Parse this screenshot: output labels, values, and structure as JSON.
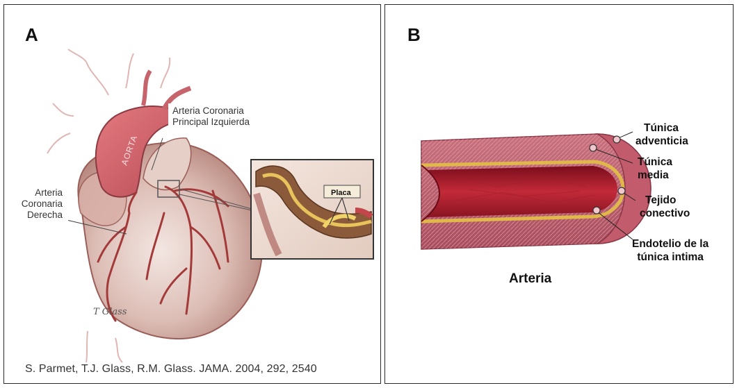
{
  "panel_a": {
    "letter": "A",
    "labels": {
      "aorta": "AORTA",
      "left_main_line1": "Arteria Coronaria",
      "left_main_line2": "Principal Izquierda",
      "right_line1": "Arteria",
      "right_line2": "Coronaria",
      "right_line3": "Derecha",
      "plaque": "Placa",
      "signature": "T Glass"
    },
    "citation": "S. Parmet, T.J. Glass, R.M. Glass. JAMA. 2004, 292, 2540"
  },
  "panel_b": {
    "letter": "B",
    "labels": {
      "adventicia_line1": "Túnica",
      "adventicia_line2": "adventicia",
      "media_line1": "Túnica",
      "media_line2": "media",
      "conectivo_line1": "Tejido",
      "conectivo_line2": "conectivo",
      "endotelio_line1": "Endotelio de la",
      "endotelio_line2": "túnica intima"
    },
    "caption": "Arteria"
  }
}
